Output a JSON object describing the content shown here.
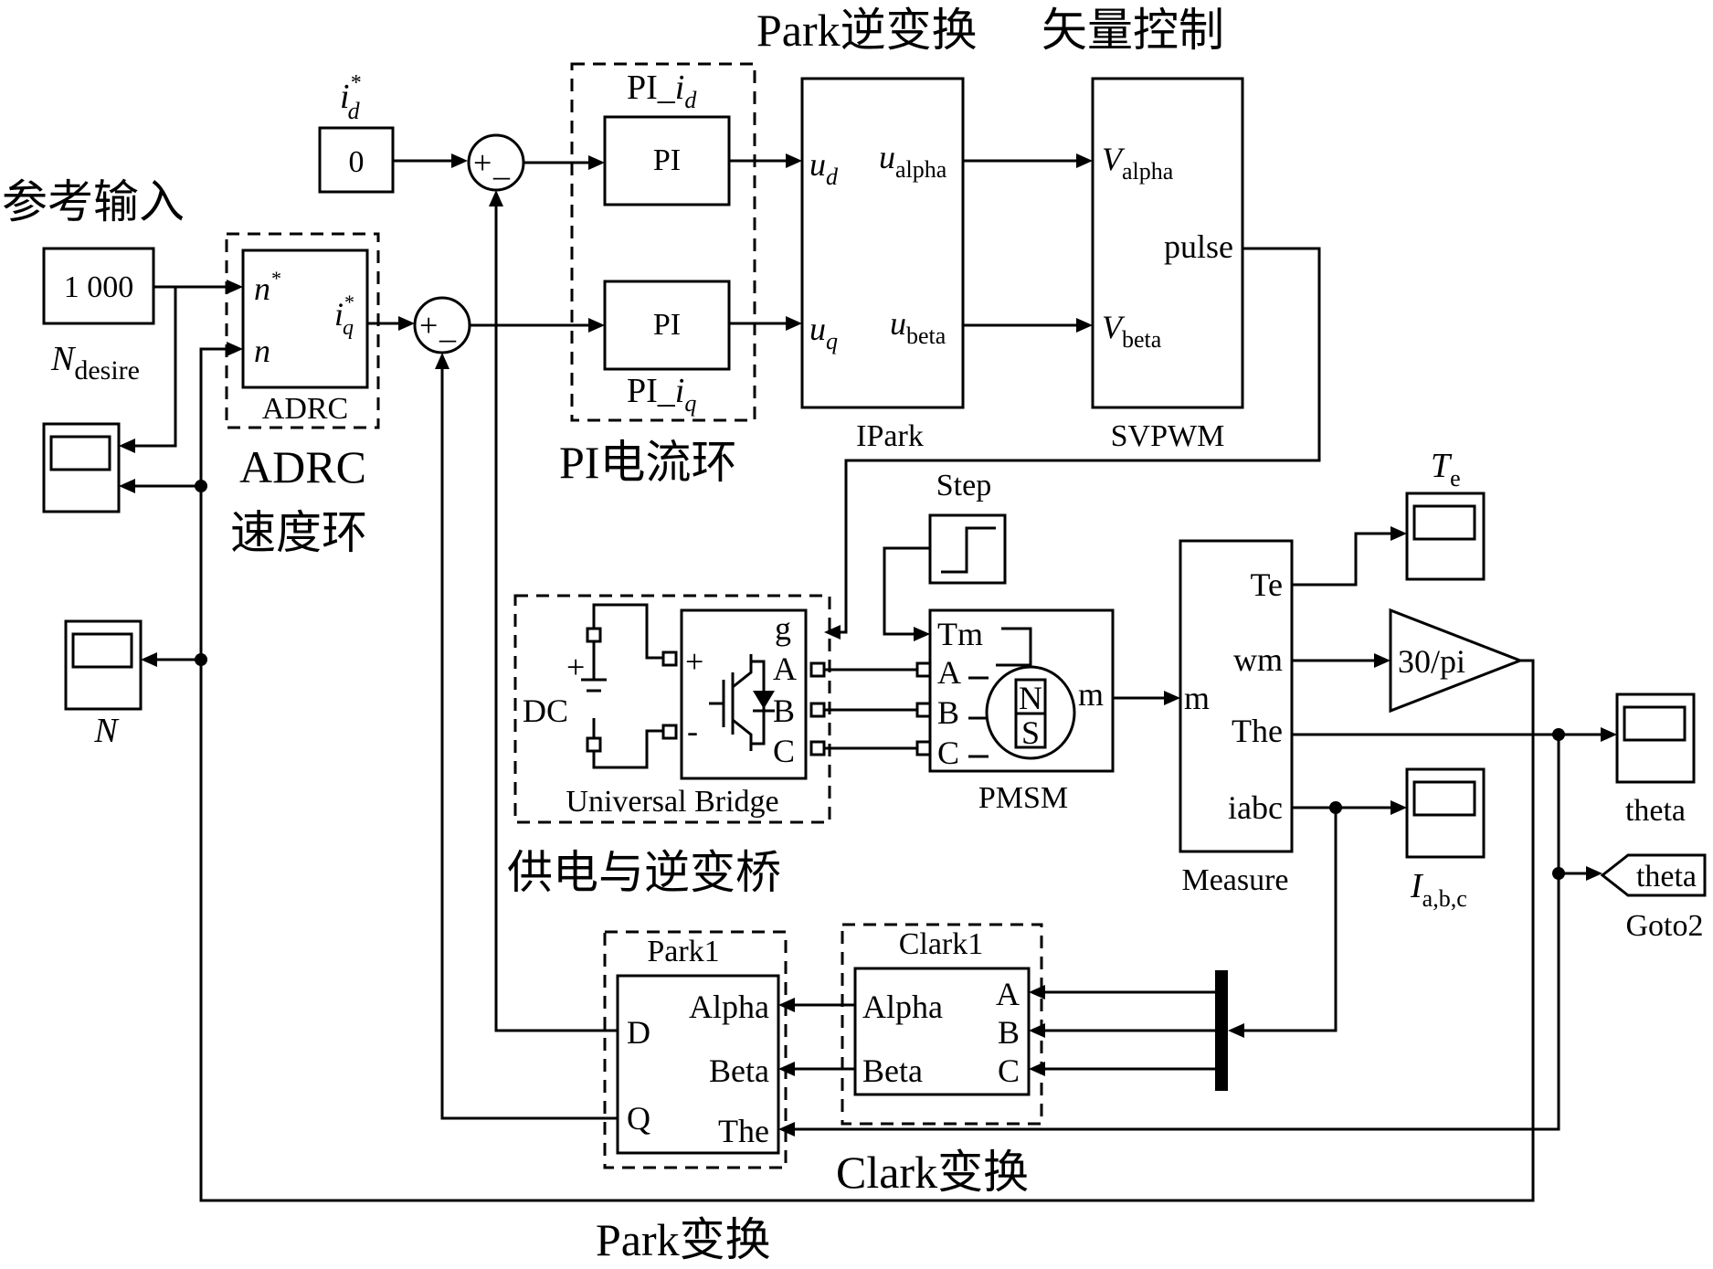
{
  "captions": {
    "park_inverse": "Park逆变换",
    "vector_control": "矢量控制",
    "reference_input": "参考输入",
    "adrc_caption_1": "ADRC",
    "adrc_caption_2": "速度环",
    "pi_current_loop": "PI电流环",
    "supply_inverter": "供电与逆变桥",
    "clark_transform": "Clark变换",
    "park_transform": "Park变换"
  },
  "blocks": {
    "id_ref_const": {
      "value": "0",
      "label_main": "i",
      "label_sup": "*",
      "label_sub": "d"
    },
    "speed_ref_const": {
      "value": "1 000",
      "label_main": "N",
      "label_sub": "desire"
    },
    "adrc": {
      "name": "ADRC",
      "in1_main": "n",
      "in1_sup": "*",
      "in2": "n",
      "out_main": "i",
      "out_sup": "*",
      "out_sub": "q"
    },
    "sum_d": {
      "signs": [
        "+",
        "_"
      ]
    },
    "sum_q": {
      "signs": [
        "+",
        "_"
      ]
    },
    "pi_id": {
      "block_text": "PI",
      "group_main": "PI_",
      "group_sub_main": "i",
      "group_sub": "d"
    },
    "pi_iq": {
      "block_text": "PI",
      "group_main": "PI_",
      "group_sub_main": "i",
      "group_sub": "q"
    },
    "ipark": {
      "name": "IPark",
      "in_d_main": "u",
      "in_d_sub": "d",
      "in_q_main": "u",
      "in_q_sub": "q",
      "out_a_main": "u",
      "out_a_sub": "alpha",
      "out_b_main": "u",
      "out_b_sub": "beta"
    },
    "svpwm": {
      "name": "SVPWM",
      "in_a_main": "V",
      "in_a_sub": "alpha",
      "in_b_main": "V",
      "in_b_sub": "beta",
      "out": "pulse"
    },
    "step": {
      "name": "Step"
    },
    "universal_bridge": {
      "name": "Universal Bridge",
      "dc_label": "DC",
      "dc_plus": "+",
      "plus": "+",
      "minus": "-",
      "port_g": "g",
      "port_a": "A",
      "port_b": "B",
      "port_c": "C"
    },
    "pmsm": {
      "name": "PMSM",
      "port_tm": "Tm",
      "port_a": "A",
      "port_b": "B",
      "port_c": "C",
      "port_m": "m",
      "pole_n": "N",
      "pole_s": "S"
    },
    "measure": {
      "name": "Measure",
      "in_m": "m",
      "out_te": "Te",
      "out_wm": "wm",
      "out_the": "The",
      "out_iabc": "iabc"
    },
    "gain": {
      "text": "30/pi"
    },
    "clark": {
      "name": "Clark1",
      "in_a": "A",
      "in_b": "B",
      "in_c": "C",
      "out_alpha": "Alpha",
      "out_beta": "Beta"
    },
    "park": {
      "name": "Park1",
      "in_alpha": "Alpha",
      "in_beta": "Beta",
      "in_the": "The",
      "out_d": "D",
      "out_q": "Q"
    },
    "goto": {
      "tag": "theta",
      "name": "Goto2"
    }
  },
  "scopes": {
    "scope_ref": {
      "label": ""
    },
    "scope_speed": {
      "label": "N"
    },
    "scope_te": {
      "label_main": "T",
      "label_sub": "e"
    },
    "scope_theta": {
      "label": "theta"
    },
    "scope_iabc": {
      "label_main": "I",
      "label_sub": "a,b,c"
    }
  }
}
